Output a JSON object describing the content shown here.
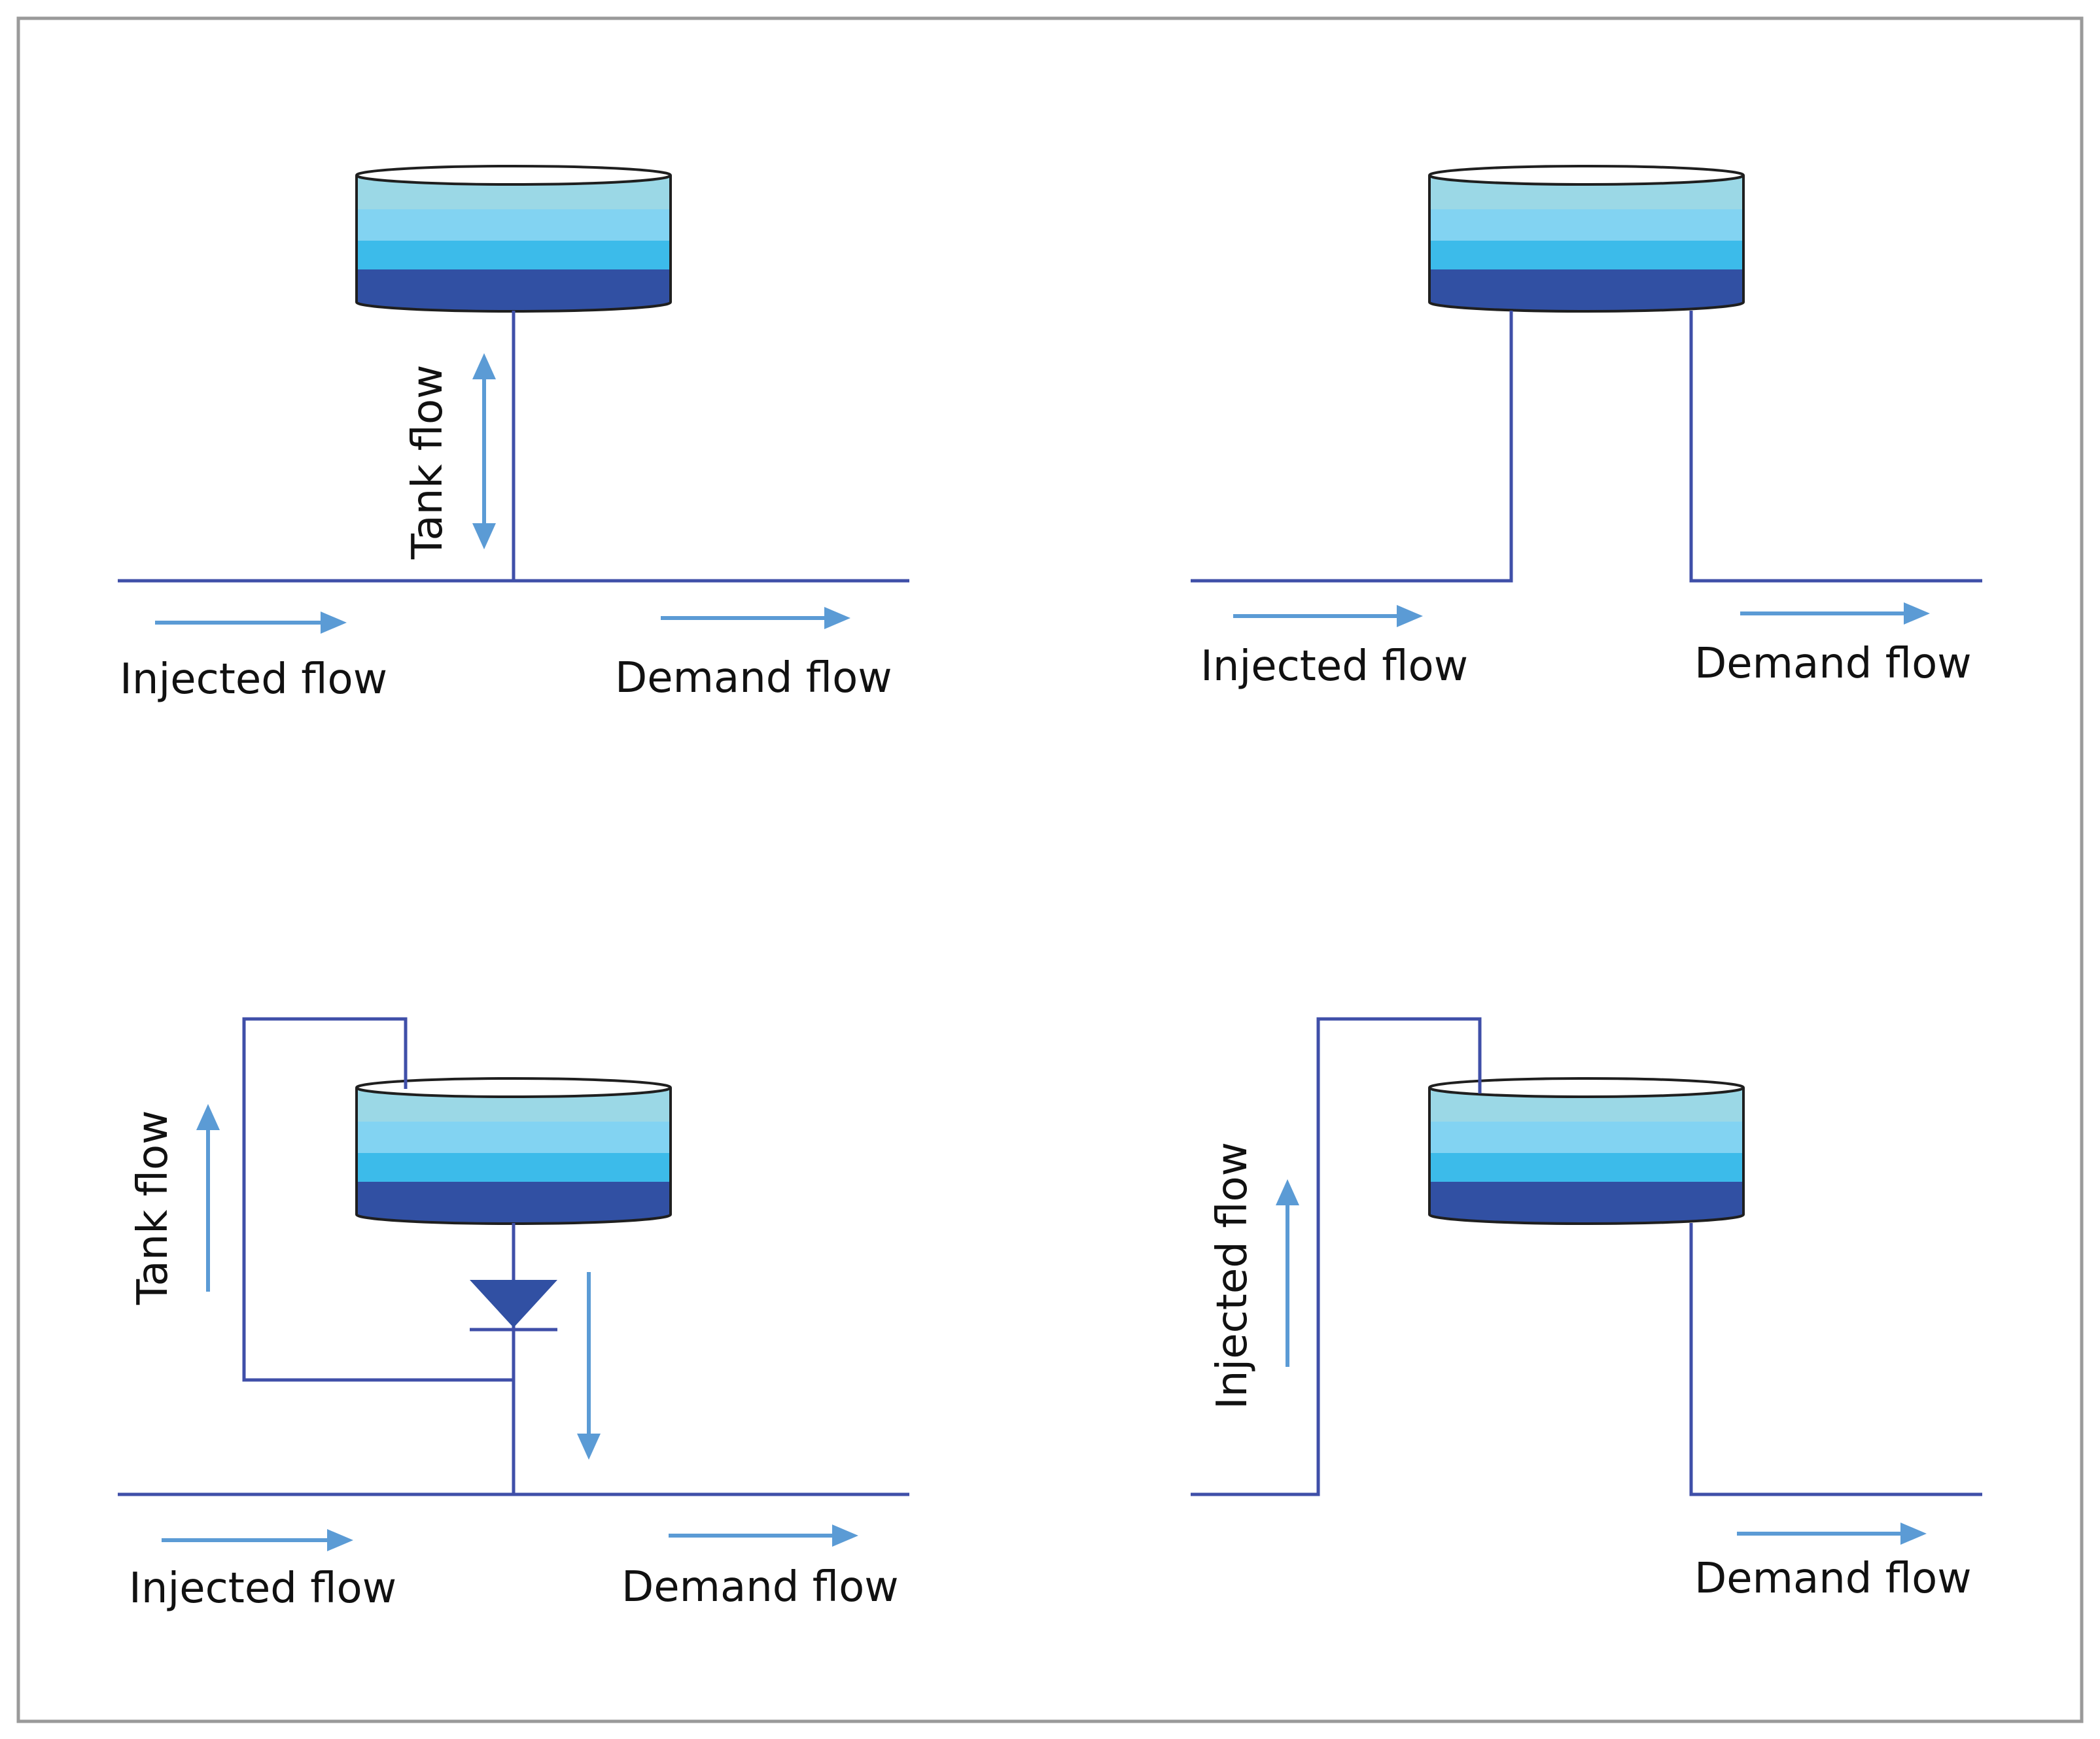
{
  "colors": {
    "pipe": "#3f4fa8",
    "arrow": "#5b9bd5",
    "tank_band_1": "#9bd8e6",
    "tank_band_2": "#82d3f2",
    "tank_band_3": "#3cbbea",
    "tank_band_4": "#3150a3",
    "tank_outline": "#1f1f1f",
    "frame": "#9a9a9a"
  },
  "panels": {
    "top_left": {
      "tank_label": "Tank flow",
      "injected_label": "Injected flow",
      "demand_label": "Demand flow"
    },
    "top_right": {
      "injected_label": "Injected flow",
      "demand_label": "Demand flow"
    },
    "bottom_left": {
      "tank_label": "Tank flow",
      "injected_label": "Injected flow",
      "demand_label": "Demand flow"
    },
    "bottom_right": {
      "injected_label": "Injected flow",
      "demand_label": "Demand flow"
    }
  }
}
